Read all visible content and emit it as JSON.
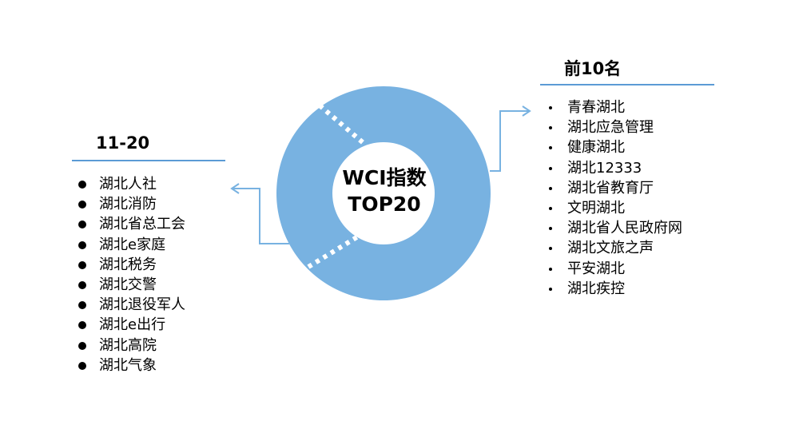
{
  "center": {
    "line1": "WCI指数",
    "line2": "TOP20"
  },
  "colors": {
    "ring": "#78b2e1",
    "accent": "#5b9bd5"
  },
  "top10": {
    "heading": "前10名",
    "items": [
      "青春湖北",
      "湖北应急管理",
      "健康湖北",
      "湖北12333",
      "湖北省教育厅",
      "文明湖北",
      "湖北省人民政府网",
      "湖北文旅之声",
      "平安湖北",
      "湖北疾控"
    ]
  },
  "rank11_20": {
    "heading": "11-20",
    "items": [
      "湖北人社",
      "湖北消防",
      "湖北省总工会",
      "湖北e家庭",
      "湖北税务",
      "湖北交警",
      "湖北退役军人",
      "湖北e出行",
      "湖北高院",
      "湖北气象"
    ]
  }
}
